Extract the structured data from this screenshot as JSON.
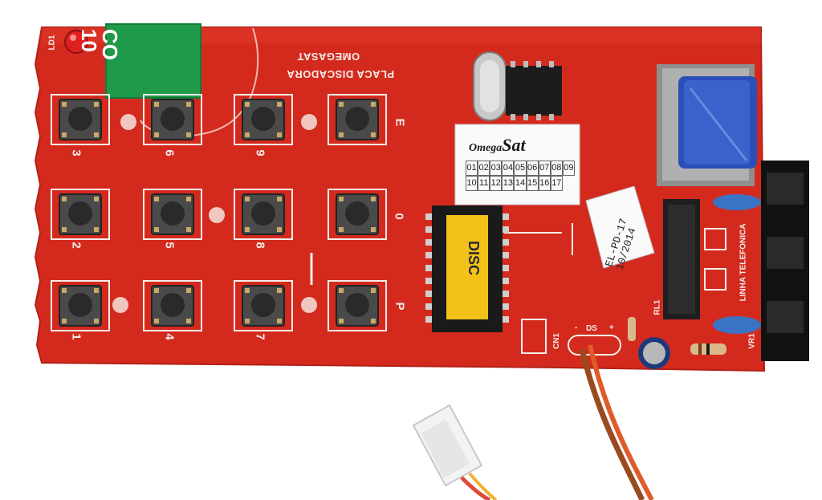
{
  "board": {
    "title": "PLACA DISCADORA",
    "brand": "OMEGASAT",
    "led_label": "LD1",
    "header_label": "CN1",
    "relay_label": "RL1",
    "varistor_label": "VR1",
    "phone_line_label": "LINHA TELEFONICA",
    "ds_label": "DS",
    "plus_label": "+",
    "minus_label": "-"
  },
  "keys": [
    {
      "label": "3"
    },
    {
      "label": "6"
    },
    {
      "label": "9"
    },
    {
      "label": "E"
    },
    {
      "label": "2"
    },
    {
      "label": "5"
    },
    {
      "label": "8"
    },
    {
      "label": "0"
    },
    {
      "label": "1"
    },
    {
      "label": "4"
    },
    {
      "label": "7"
    },
    {
      "label": "P"
    }
  ],
  "chip_sticker": {
    "text": "DISC"
  },
  "brand_sticker": {
    "prefix": "Omega",
    "main": "Sat",
    "numbers": [
      "01",
      "02",
      "03",
      "04",
      "05",
      "06",
      "07",
      "08",
      "09",
      "10",
      "11",
      "12",
      "13",
      "14",
      "15",
      "16",
      "17"
    ]
  },
  "date_tag": {
    "line1": "EL-PD-17",
    "line2": "10/2014"
  },
  "green_tag": {
    "line1": "CO",
    "line2": "10"
  },
  "colors": {
    "pcb": "#d42a1e",
    "pcb_dark": "#b31f16",
    "silkscreen": "#f4ece8",
    "button_body": "#3a3a3a",
    "green_tag": "#1f9a4a",
    "relay_blue": "#2a4fb8",
    "capacitor_blue": "#3b73c4",
    "chip_sticker": "#f2c21a"
  }
}
